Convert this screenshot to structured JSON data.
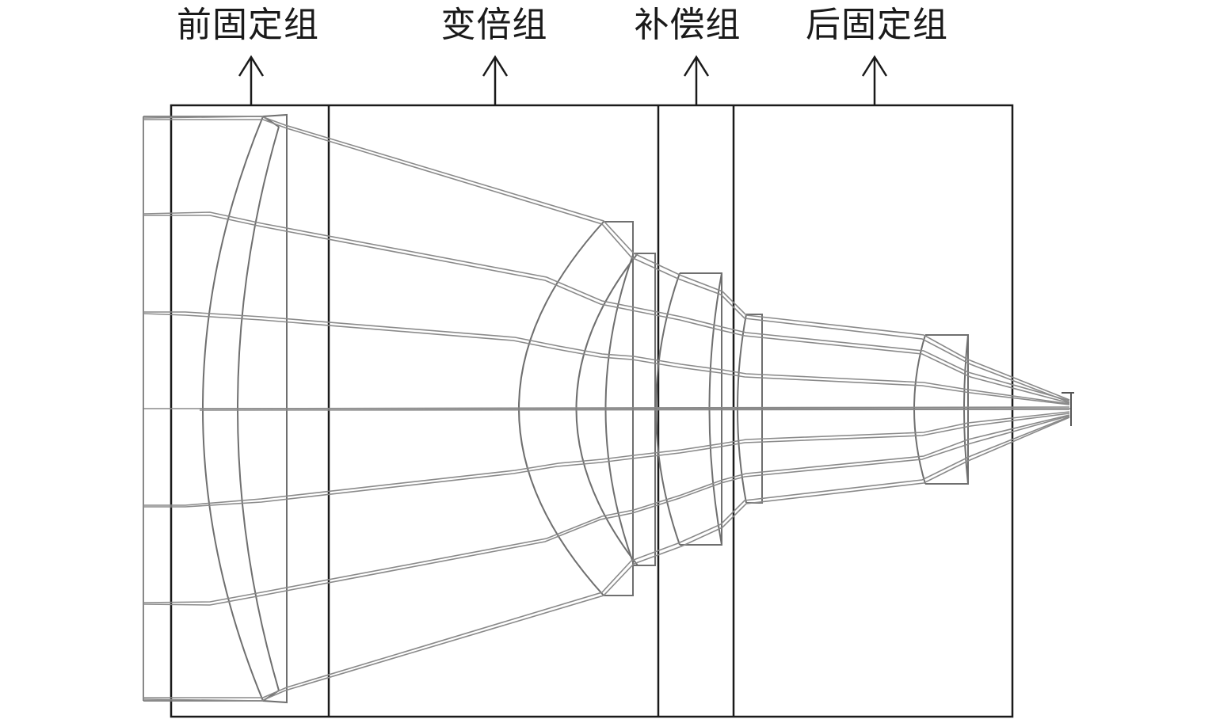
{
  "groups": [
    {
      "id": "front-fixed",
      "label": "前固定组"
    },
    {
      "id": "zoom",
      "label": "变倍组"
    },
    {
      "id": "compensation",
      "label": "补偿组"
    },
    {
      "id": "rear-fixed",
      "label": "后固定组"
    }
  ],
  "colors": {
    "frame": "#1a1a1a",
    "lens": "#6f6f6f",
    "ray": "#8a8a8a",
    "text": "#1a1a1a"
  }
}
